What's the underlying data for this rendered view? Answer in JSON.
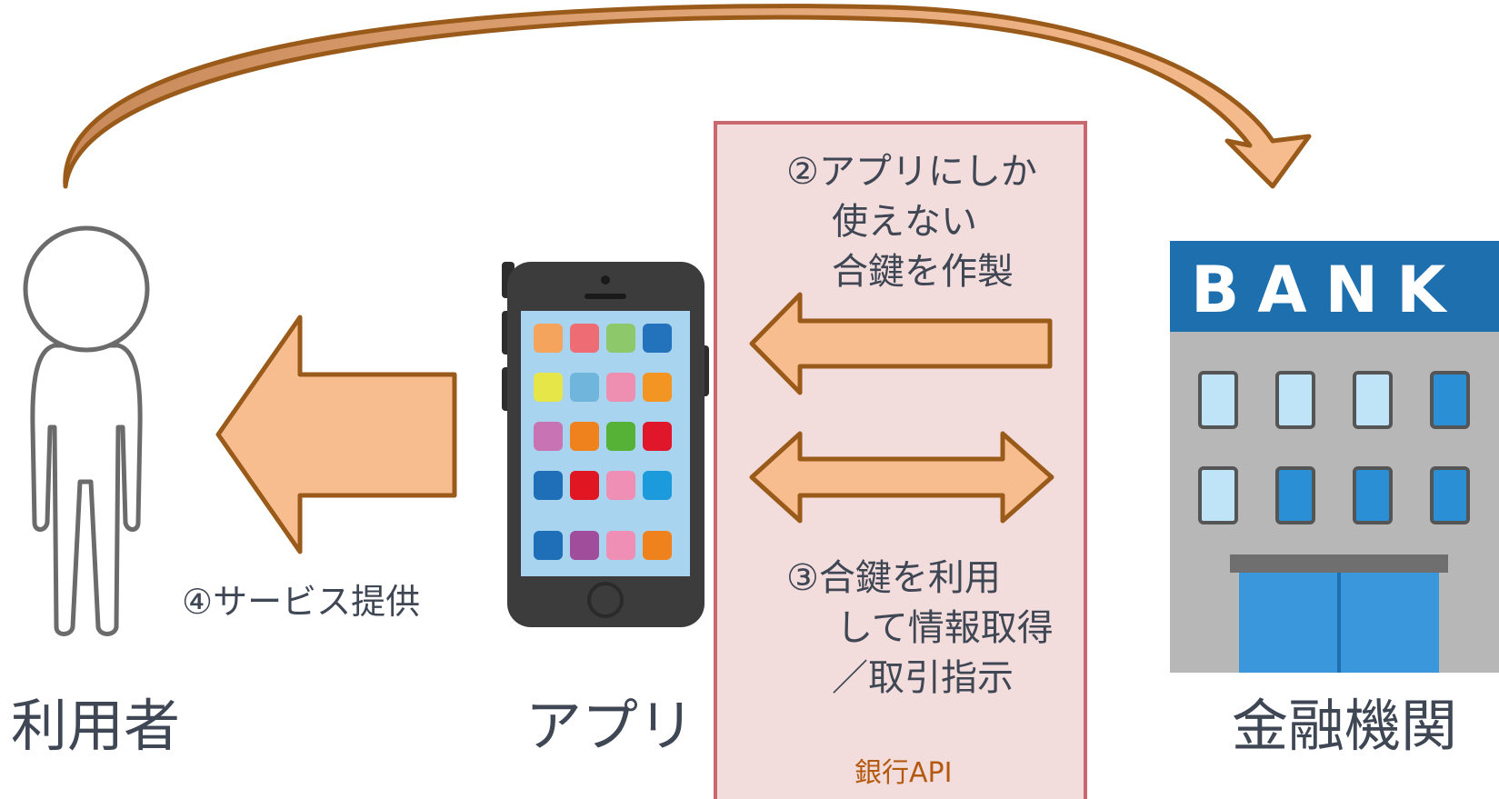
{
  "diagram": {
    "nodes": {
      "user": {
        "label": "利用者"
      },
      "app": {
        "label": "アプリ"
      },
      "bank": {
        "label": "金融機関",
        "sign_text": "BANK"
      }
    },
    "api_box": {
      "title": "銀行API",
      "step2": [
        "②アプリにしか",
        "使えない",
        "合鍵を作製"
      ],
      "step3": [
        "③合鍵を利用",
        "して情報取得",
        "／取引指示"
      ]
    },
    "step4": "④サービス提供"
  },
  "colors": {
    "arrow_fill": "#f7bd8f",
    "arrow_stroke": "#9a5a1a",
    "api_box_fill": "#f3dcdc",
    "api_box_border": "#c9696e",
    "bank_blue": "#1e6fae",
    "bank_wall": "#b7b7b7",
    "text": "#3f4654"
  }
}
